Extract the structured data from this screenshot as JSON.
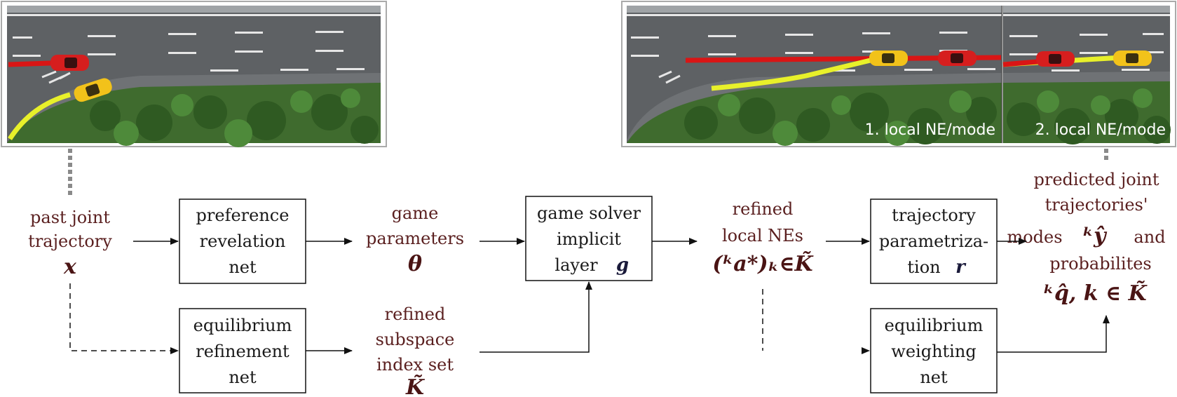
{
  "photos": {
    "left": {},
    "right": {
      "labels": [
        "1. local NE/mode",
        "2. local NE/mode"
      ]
    }
  },
  "boxes": {
    "preference": [
      "preference",
      "revelation",
      "net"
    ],
    "equilibrium_refinement": [
      "equilibrium",
      "refinement",
      "net"
    ],
    "game_solver": [
      "game solver",
      "implicit",
      "layer"
    ],
    "game_solver_symbol": "g",
    "trajectory": [
      "trajectory",
      "parametriza-",
      "tion"
    ],
    "trajectory_symbol": "r",
    "equilibrium_weighting": [
      "equilibrium",
      "weighting",
      "net"
    ]
  },
  "variables": {
    "past": [
      "past joint",
      "trajectory"
    ],
    "past_symbol": "x",
    "game_params": [
      "game",
      "parameters"
    ],
    "game_params_symbol": "θ",
    "subspace": [
      "refined",
      "subspace",
      "index set"
    ],
    "subspace_symbol": "K̃",
    "local_nes": [
      "refined",
      "local NEs"
    ],
    "local_nes_symbol": "(ᵏa*)ₖ∈K̃",
    "predicted": [
      "predicted joint",
      "trajectories'",
      "modes",
      "and",
      "probabilites"
    ],
    "predicted_modes_symbol": "ᵏŷ",
    "predicted_prob_symbol": "ᵏq̂, k ∈ K̃"
  }
}
